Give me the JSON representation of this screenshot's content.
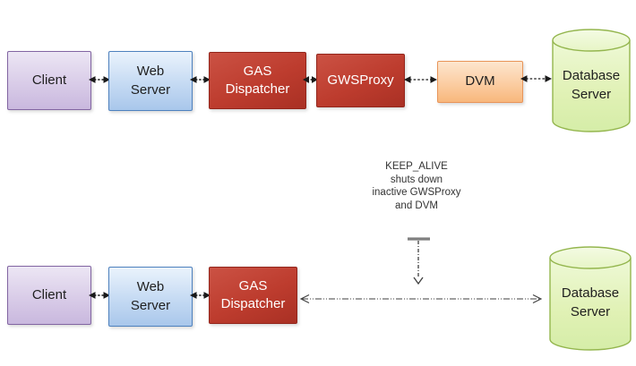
{
  "nodes": {
    "client": "Client",
    "web_server": "Web Server",
    "gas_dispatcher": "GAS Dispatcher",
    "gws_proxy": "GWSProxy",
    "dvm": "DVM",
    "database_server": "Database Server"
  },
  "annotation": {
    "keep_alive_note": "KEEP_ALIVE shuts down inactive GWSProxy and DVM"
  },
  "colors": {
    "client_border": "#8265A2",
    "client_fill": "#D9CCE8",
    "web_border": "#4E81BE",
    "web_fill": "#C5DAF3",
    "red_fill": "#BD3C2E",
    "red_border": "#93261C",
    "dvm_border": "#E8955A",
    "dvm_fill": "#FBCDA2",
    "database_border": "#94B64E",
    "database_fill": "#E2F3BE",
    "arrow_color": "#1A1A1A",
    "dashdot_arrow_color": "#3F3F3F",
    "tbar_color": "#7F7F7F"
  }
}
